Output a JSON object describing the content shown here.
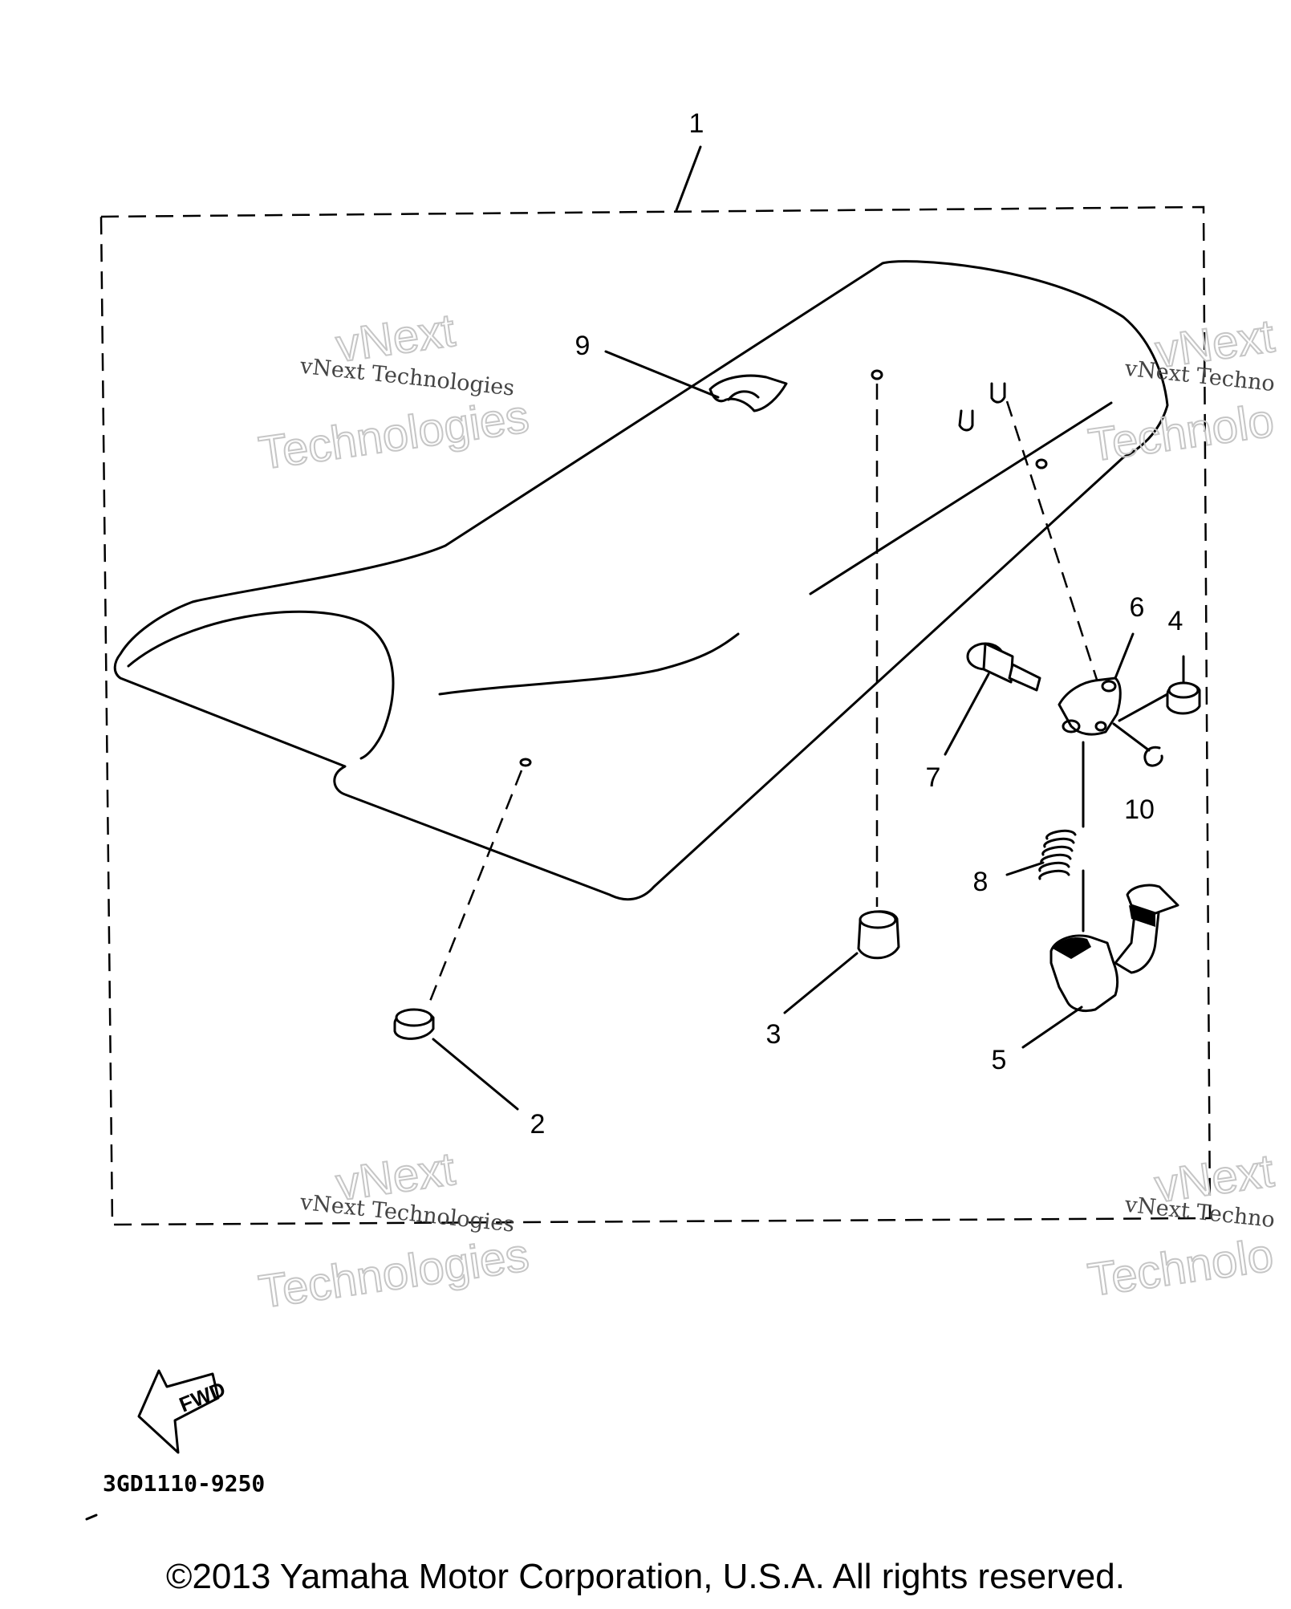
{
  "watermark": {
    "line1": "vNext Technologies",
    "line1_right": "vNext Techno",
    "big1": "vNext",
    "big2": "Technologies",
    "big2_right": "Technolo"
  },
  "callouts": [
    "1",
    "2",
    "3",
    "4",
    "5",
    "6",
    "7",
    "8",
    "9",
    "10"
  ],
  "fwd_label": "FWD",
  "part_code": "3GD1110-9250",
  "copyright": "©2013 Yamaha Motor Corporation, U.S.A. All rights reserved."
}
